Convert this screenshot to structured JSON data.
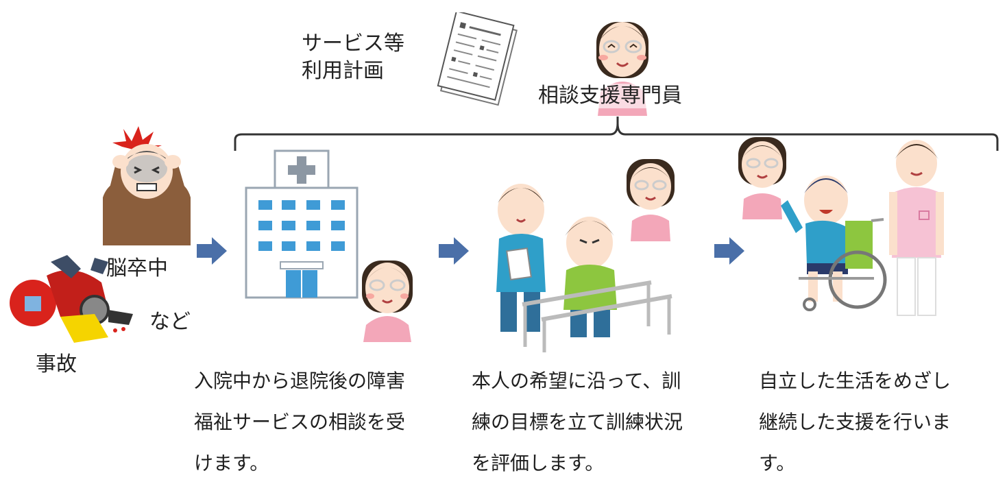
{
  "labels": {
    "plan_line1": "サービス等",
    "plan_line2": "利用計画",
    "specialist": "相談支援専門員",
    "stroke": "脳卒中",
    "accident": "事故",
    "etc": "など"
  },
  "captions": [
    [
      "入院中から退院後の障害",
      "福祉サービスの相談を受",
      "けます。"
    ],
    [
      "本人の希望に沿って、訓",
      "練の目標を立て訓練状況",
      "を評価します。"
    ],
    [
      "自立した生活をめざし",
      "継続した支援を行いま",
      "す。"
    ]
  ],
  "colors": {
    "arrow": "#4a6fa8",
    "hospital_window": "#3f9bd6",
    "specialist_shirt": "#f3a7b9",
    "hair": "#3a2a1e"
  }
}
